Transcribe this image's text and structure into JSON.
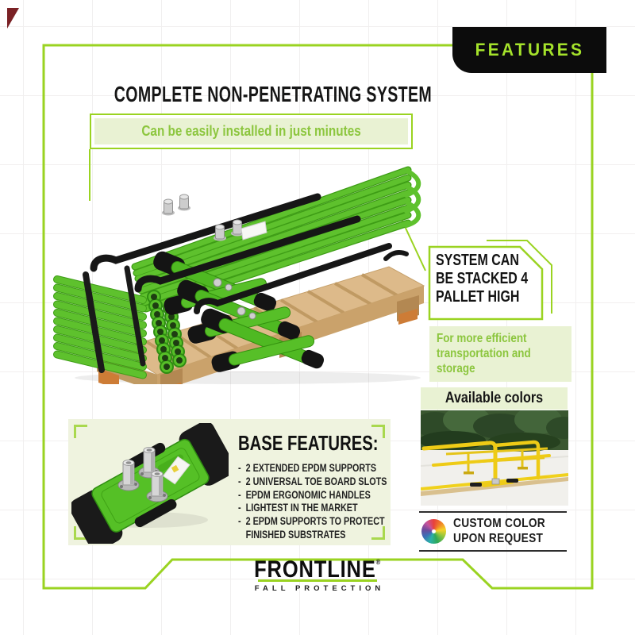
{
  "badge": {
    "label": "FEATURES"
  },
  "header": {
    "title": "COMPLETE NON-PENETRATING SYSTEM",
    "subtitle": "Can be easily installed in just minutes"
  },
  "stack_callout": {
    "heading_lines": [
      "SYSTEM CAN",
      "BE STACKED 4",
      "PALLET HIGH"
    ],
    "body_lines": [
      "For more efficient",
      "transportation and",
      "storage"
    ]
  },
  "colors_section": {
    "heading": "Available colors",
    "custom_lines": [
      "CUSTOM COLOR",
      "UPON REQUEST"
    ]
  },
  "base_features": {
    "heading": "BASE FEATURES:",
    "bullet": "-",
    "items": [
      "2 EXTENDED EPDM SUPPORTS",
      "2 UNIVERSAL TOE BOARD SLOTS",
      "EPDM ERGONOMIC HANDLES",
      "LIGHTEST IN THE MARKET",
      "2 EPDM SUPPORTS TO PROTECT FINISHED SUBSTRATES"
    ]
  },
  "logo": {
    "wordmark": "FRONTLINE",
    "registered": "®",
    "tagline": "FALL PROTECTION"
  },
  "illustrations": {
    "pallet_stack": "guardrail-system-stacked-on-pallet",
    "base_plate": "guardrail-base-plate",
    "yellow_guardrail": "yellow-guardrail-on-roof",
    "color_wheel": "color-wheel"
  },
  "colors": {
    "accent_green": "#9ad321",
    "text_green": "#8cc63e",
    "light_green_fill": "#e9f2d3",
    "panel_green": "#eff3df",
    "badge_bg": "#0c0c0c",
    "badge_text": "#a5e32b",
    "product_green": "#5ec12d",
    "wood_tan": "#ddba8a",
    "rail_yellow": "#eecb16"
  }
}
